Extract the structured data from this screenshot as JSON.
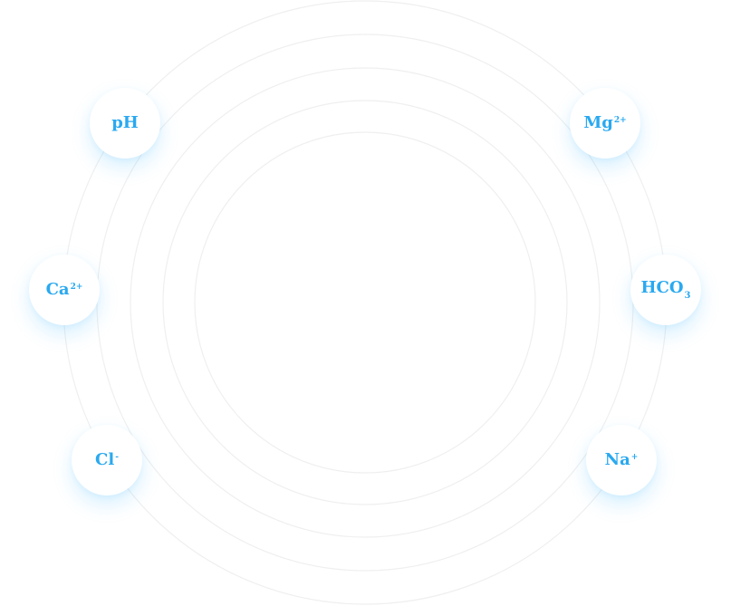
{
  "nodes": {
    "ph": {
      "base": "pH",
      "sup": "",
      "sub": ""
    },
    "mg": {
      "base": "Mg",
      "sup": "2+",
      "sub": ""
    },
    "ca": {
      "base": "Ca",
      "sup": "2+",
      "sub": ""
    },
    "hco3": {
      "base": "HCO",
      "sup": "",
      "sub": "3"
    },
    "cl": {
      "base": "Cl",
      "sup": "-",
      "sub": ""
    },
    "na": {
      "base": "Na",
      "sup": "+",
      "sub": ""
    }
  },
  "colors": {
    "label": "#2aa9f0",
    "ring": "#eeeeee",
    "glow": "#38b6ff"
  }
}
